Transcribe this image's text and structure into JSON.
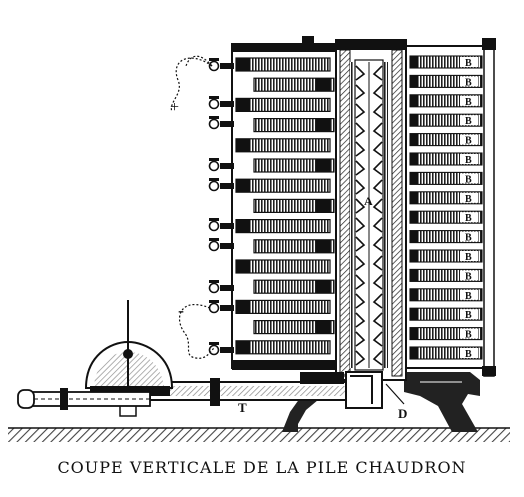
{
  "caption": "COUPE VERTICALE DE LA PILE CHAUDRON",
  "labels": {
    "plus": "+",
    "minus": "-",
    "a": "A",
    "b": "B",
    "t": "T",
    "d": "D"
  },
  "colors": {
    "ink": "#111111",
    "paper": "#ffffff",
    "hatch": "#444444"
  }
}
